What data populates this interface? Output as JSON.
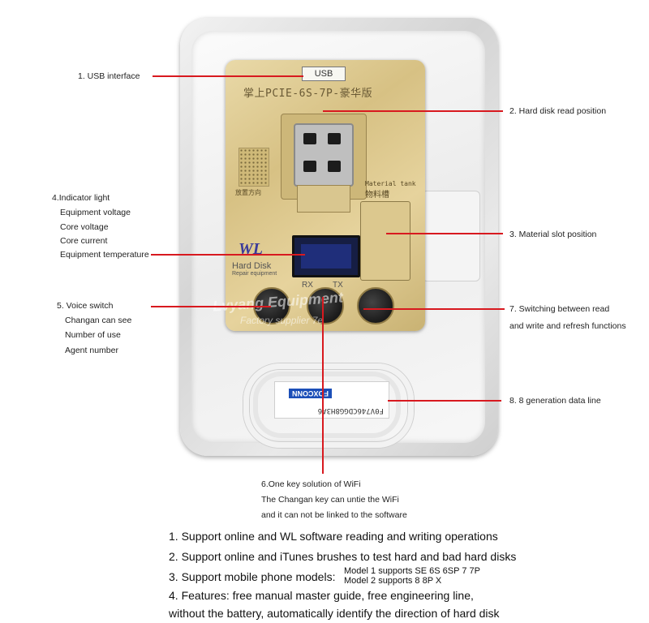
{
  "device": {
    "usb_label": "USB",
    "board_title": "掌上PCIE-6S-7P-豪华版",
    "material_tank_en": "Material tank",
    "material_tank_cn": "物料槽",
    "place_direction_cn": "放置方向",
    "logo": "WL",
    "hard_disk_text": "Hard Disk",
    "repair_text": "Repair equipment",
    "rx_label": "RX",
    "tx_label": "TX",
    "watermark": "Lvyang Equipment",
    "watermark_sub": "Factory supplier 7e",
    "cable_code": "F0V746CDGG8H3A6",
    "cable_brand": "FOXCONN"
  },
  "callouts": {
    "usb": "1. USB interface",
    "hard_disk": "2. Hard disk read position",
    "material": "3. Material slot position",
    "indicator": {
      "title": "4.Indicator light",
      "items": [
        "Equipment voltage",
        "Core voltage",
        "Core current",
        "Equipment temperature"
      ]
    },
    "voice": {
      "title": "5. Voice switch",
      "items": [
        "Changan can see",
        "Number of use",
        "Agent number"
      ]
    },
    "wifi": {
      "title": "6.One key solution of WiFi",
      "items": [
        "The Changan key can untie the WiFi",
        "and it can not be linked to the software"
      ]
    },
    "switching": {
      "line1": "7. Switching between read",
      "line2": "and write and refresh functions"
    },
    "data_line": "8. 8 generation data line"
  },
  "features": {
    "f1": "1. Support online and WL software reading and writing operations",
    "f2": "2. Support online and iTunes brushes to test hard and bad hard disks",
    "f3_label": "3. Support mobile phone models:",
    "f3_model1": "Model 1 supports SE 6S 6SP 7 7P",
    "f3_model2": "Model 2 supports 8 8P X",
    "f4_line1": "4. Features: free manual master guide, free engineering line,",
    "f4_line2": "without the battery, automatically identify the direction of hard disk"
  },
  "colors": {
    "callout_line": "#d8191f",
    "board_gold": "#d7c184",
    "tin_silver": "#d4d4d4"
  }
}
